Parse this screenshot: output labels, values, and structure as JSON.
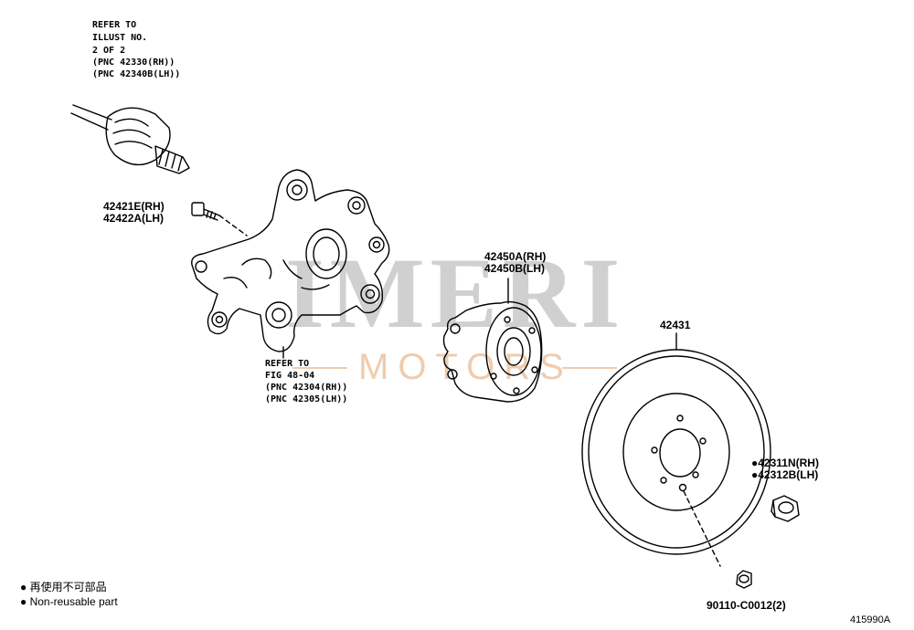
{
  "refer_top": {
    "line1": "REFER TO",
    "line2": "ILLUST NO.",
    "line3": "2 OF 2",
    "line4": "(PNC 42330(RH))",
    "line5": "(PNC 42340B(LH))"
  },
  "bolt_label": {
    "rh": "42421E(RH)",
    "lh": "42422A(LH)"
  },
  "knuckle_ref": {
    "line1": "REFER TO",
    "line2": "FIG 48-04",
    "line3": "(PNC 42304(RH))",
    "line4": "(PNC 42305(LH))"
  },
  "hub_label": {
    "rh": "42450A(RH)",
    "lh": "42450B(LH)"
  },
  "disc_label": "42431",
  "nut_label": {
    "rh": "42311N(RH)",
    "lh": "42312B(LH)"
  },
  "screw_label": "90110-C0012(2)",
  "legend": {
    "bullet": "●",
    "line_cn": "再使用不可部品",
    "line_en": "Non-reusable part"
  },
  "figure_number": "415990A",
  "watermark": {
    "main": "IMERI",
    "sub": "MOTORS"
  },
  "colors": {
    "line": "#000000",
    "watermark_main": "#7f7f7f",
    "watermark_sub": "#e2a878"
  }
}
